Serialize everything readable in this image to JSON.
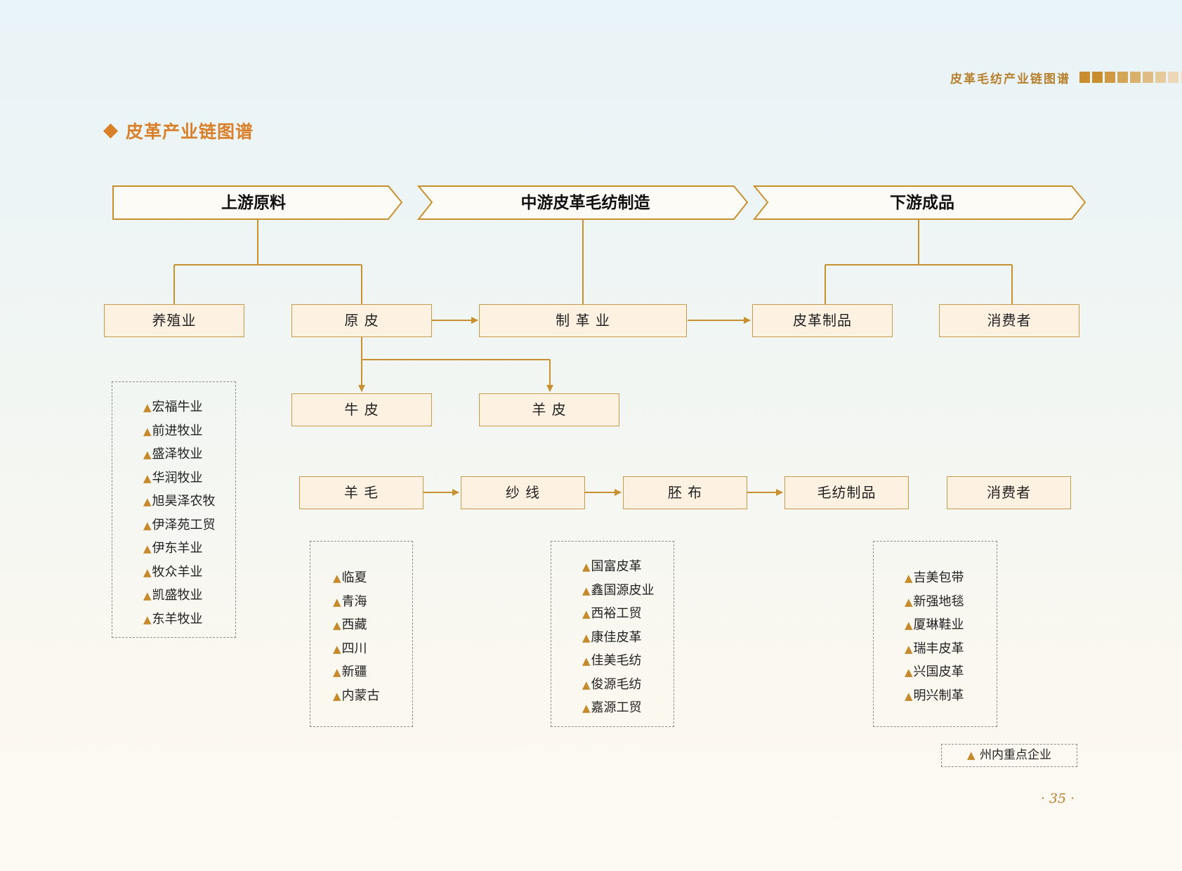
{
  "header": {
    "running_title": "皮革毛纺产业链图谱",
    "square_colors": [
      "#c98e2e",
      "#c98e2e",
      "#cf9a43",
      "#d4a658",
      "#d9b16d",
      "#dfbd84",
      "#e5ca9c",
      "#ecd8b6",
      "#f2e5cf"
    ]
  },
  "section": {
    "title": "皮革产业链图谱"
  },
  "stages": [
    {
      "label": "上游原料"
    },
    {
      "label": "中游皮革毛纺制造"
    },
    {
      "label": "下游成品"
    }
  ],
  "leather_chain": {
    "breeding": "养殖业",
    "raw_hide": "原 皮",
    "tanning": "制 革 业",
    "leather_products": "皮革制品",
    "consumer": "消费者",
    "cowhide": "牛 皮",
    "sheepskin": "羊 皮"
  },
  "wool_chain": {
    "wool": "羊 毛",
    "yarn": "纱 线",
    "grey_cloth": "胚 布",
    "wool_products": "毛纺制品",
    "consumer": "消费者"
  },
  "lists": {
    "breeding_companies": [
      "宏福牛业",
      "前进牧业",
      "盛泽牧业",
      "华润牧业",
      "旭昊泽农牧",
      "伊泽苑工贸",
      "伊东羊业",
      "牧众羊业",
      "凯盛牧业",
      "东羊牧业"
    ],
    "regions": [
      "临夏",
      "青海",
      "西藏",
      "四川",
      "新疆",
      "内蒙古"
    ],
    "manufacturers": [
      "国富皮革",
      "鑫国源皮业",
      "西裕工贸",
      "康佳皮革",
      "佳美毛纺",
      "俊源毛纺",
      "嘉源工贸"
    ],
    "product_companies": [
      "吉美包带",
      "新强地毯",
      "厦琳鞋业",
      "瑞丰皮革",
      "兴国皮革",
      "明兴制革"
    ]
  },
  "legend": {
    "marker": "▲",
    "label": "州内重点企业"
  },
  "page": {
    "number": "35"
  },
  "colors": {
    "accent": "#d9812a",
    "line": "#c8912f",
    "box_fill": "#fdf1e2",
    "box_border": "#c89a4a"
  }
}
